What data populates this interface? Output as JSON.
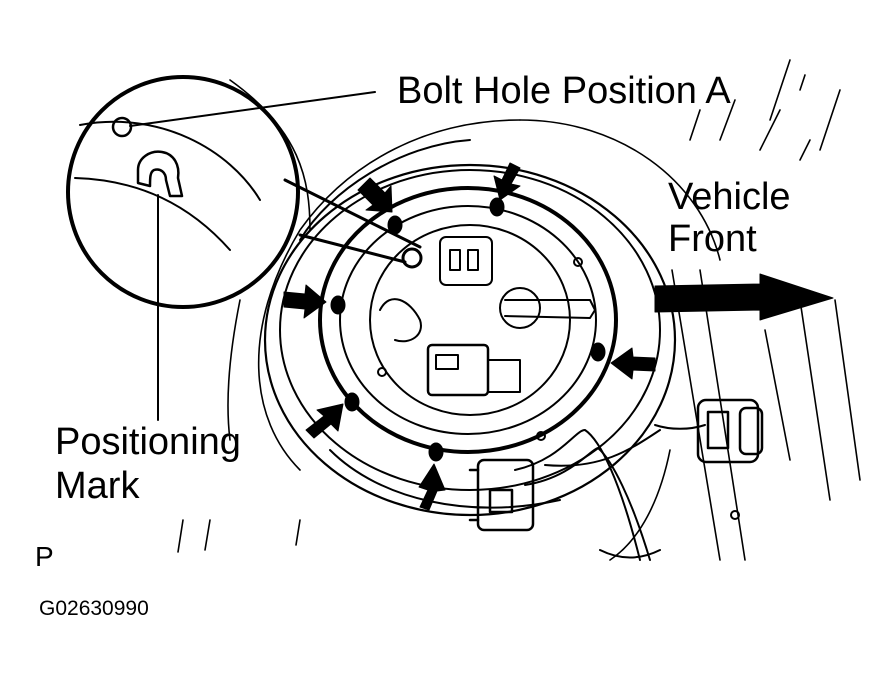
{
  "labels": {
    "bolt_hole_position": "Bolt Hole Position A",
    "vehicle_front_line1": "Vehicle",
    "vehicle_front_line2": "Front",
    "positioning_mark_line1": "Positioning",
    "positioning_mark_line2": "Mark",
    "view_marker": "P",
    "figure_code": "G02630990"
  },
  "icons": [
    "arrow-right-icon",
    "arrow-pointer-icon",
    "bolt-nut-icon",
    "connector-icon"
  ],
  "colors": {
    "ink": "#000000",
    "paper": "#ffffff"
  }
}
